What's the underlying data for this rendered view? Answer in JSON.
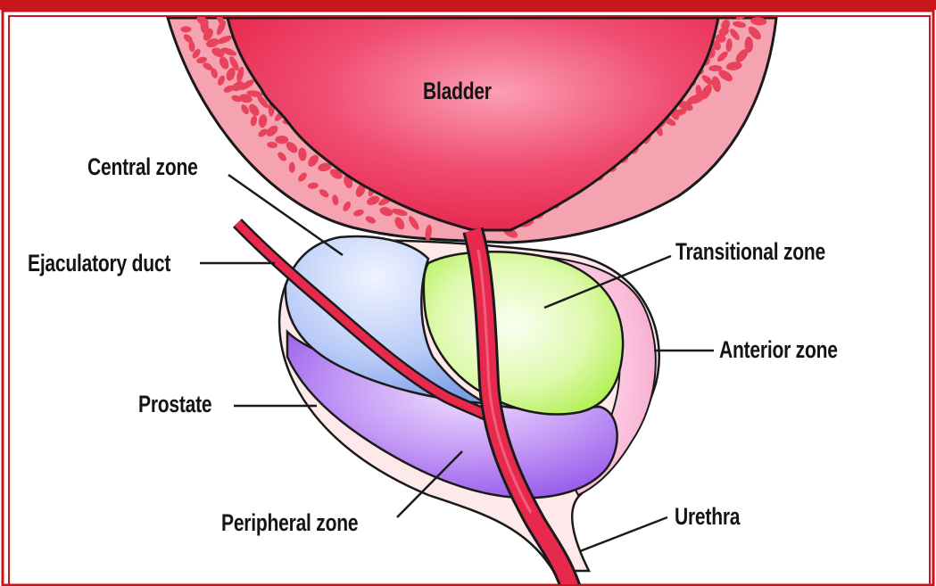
{
  "labels": {
    "bladder": "Bladder",
    "central_zone": "Central zone",
    "ejaculatory_duct": "Ejaculatory duct",
    "transitional_zone": "Transitional zone",
    "anterior_zone": "Anterior zone",
    "prostate": "Prostate",
    "peripheral_zone": "Peripheral zone",
    "urethra": "Urethra"
  },
  "colors": {
    "frame": "#c8161d",
    "bladder_wall": "#f4a0ad",
    "bladder_cells": "#e8435c",
    "bladder_lumen": "#ee3a5e",
    "central_zone": "#9fb8f2",
    "transitional_zone": "#c9f77f",
    "anterior_zone": "#fbc3dc",
    "peripheral_zone": "#b07af2",
    "prostate_capsule": "#fde6e8",
    "urethra": "#e8294e"
  }
}
